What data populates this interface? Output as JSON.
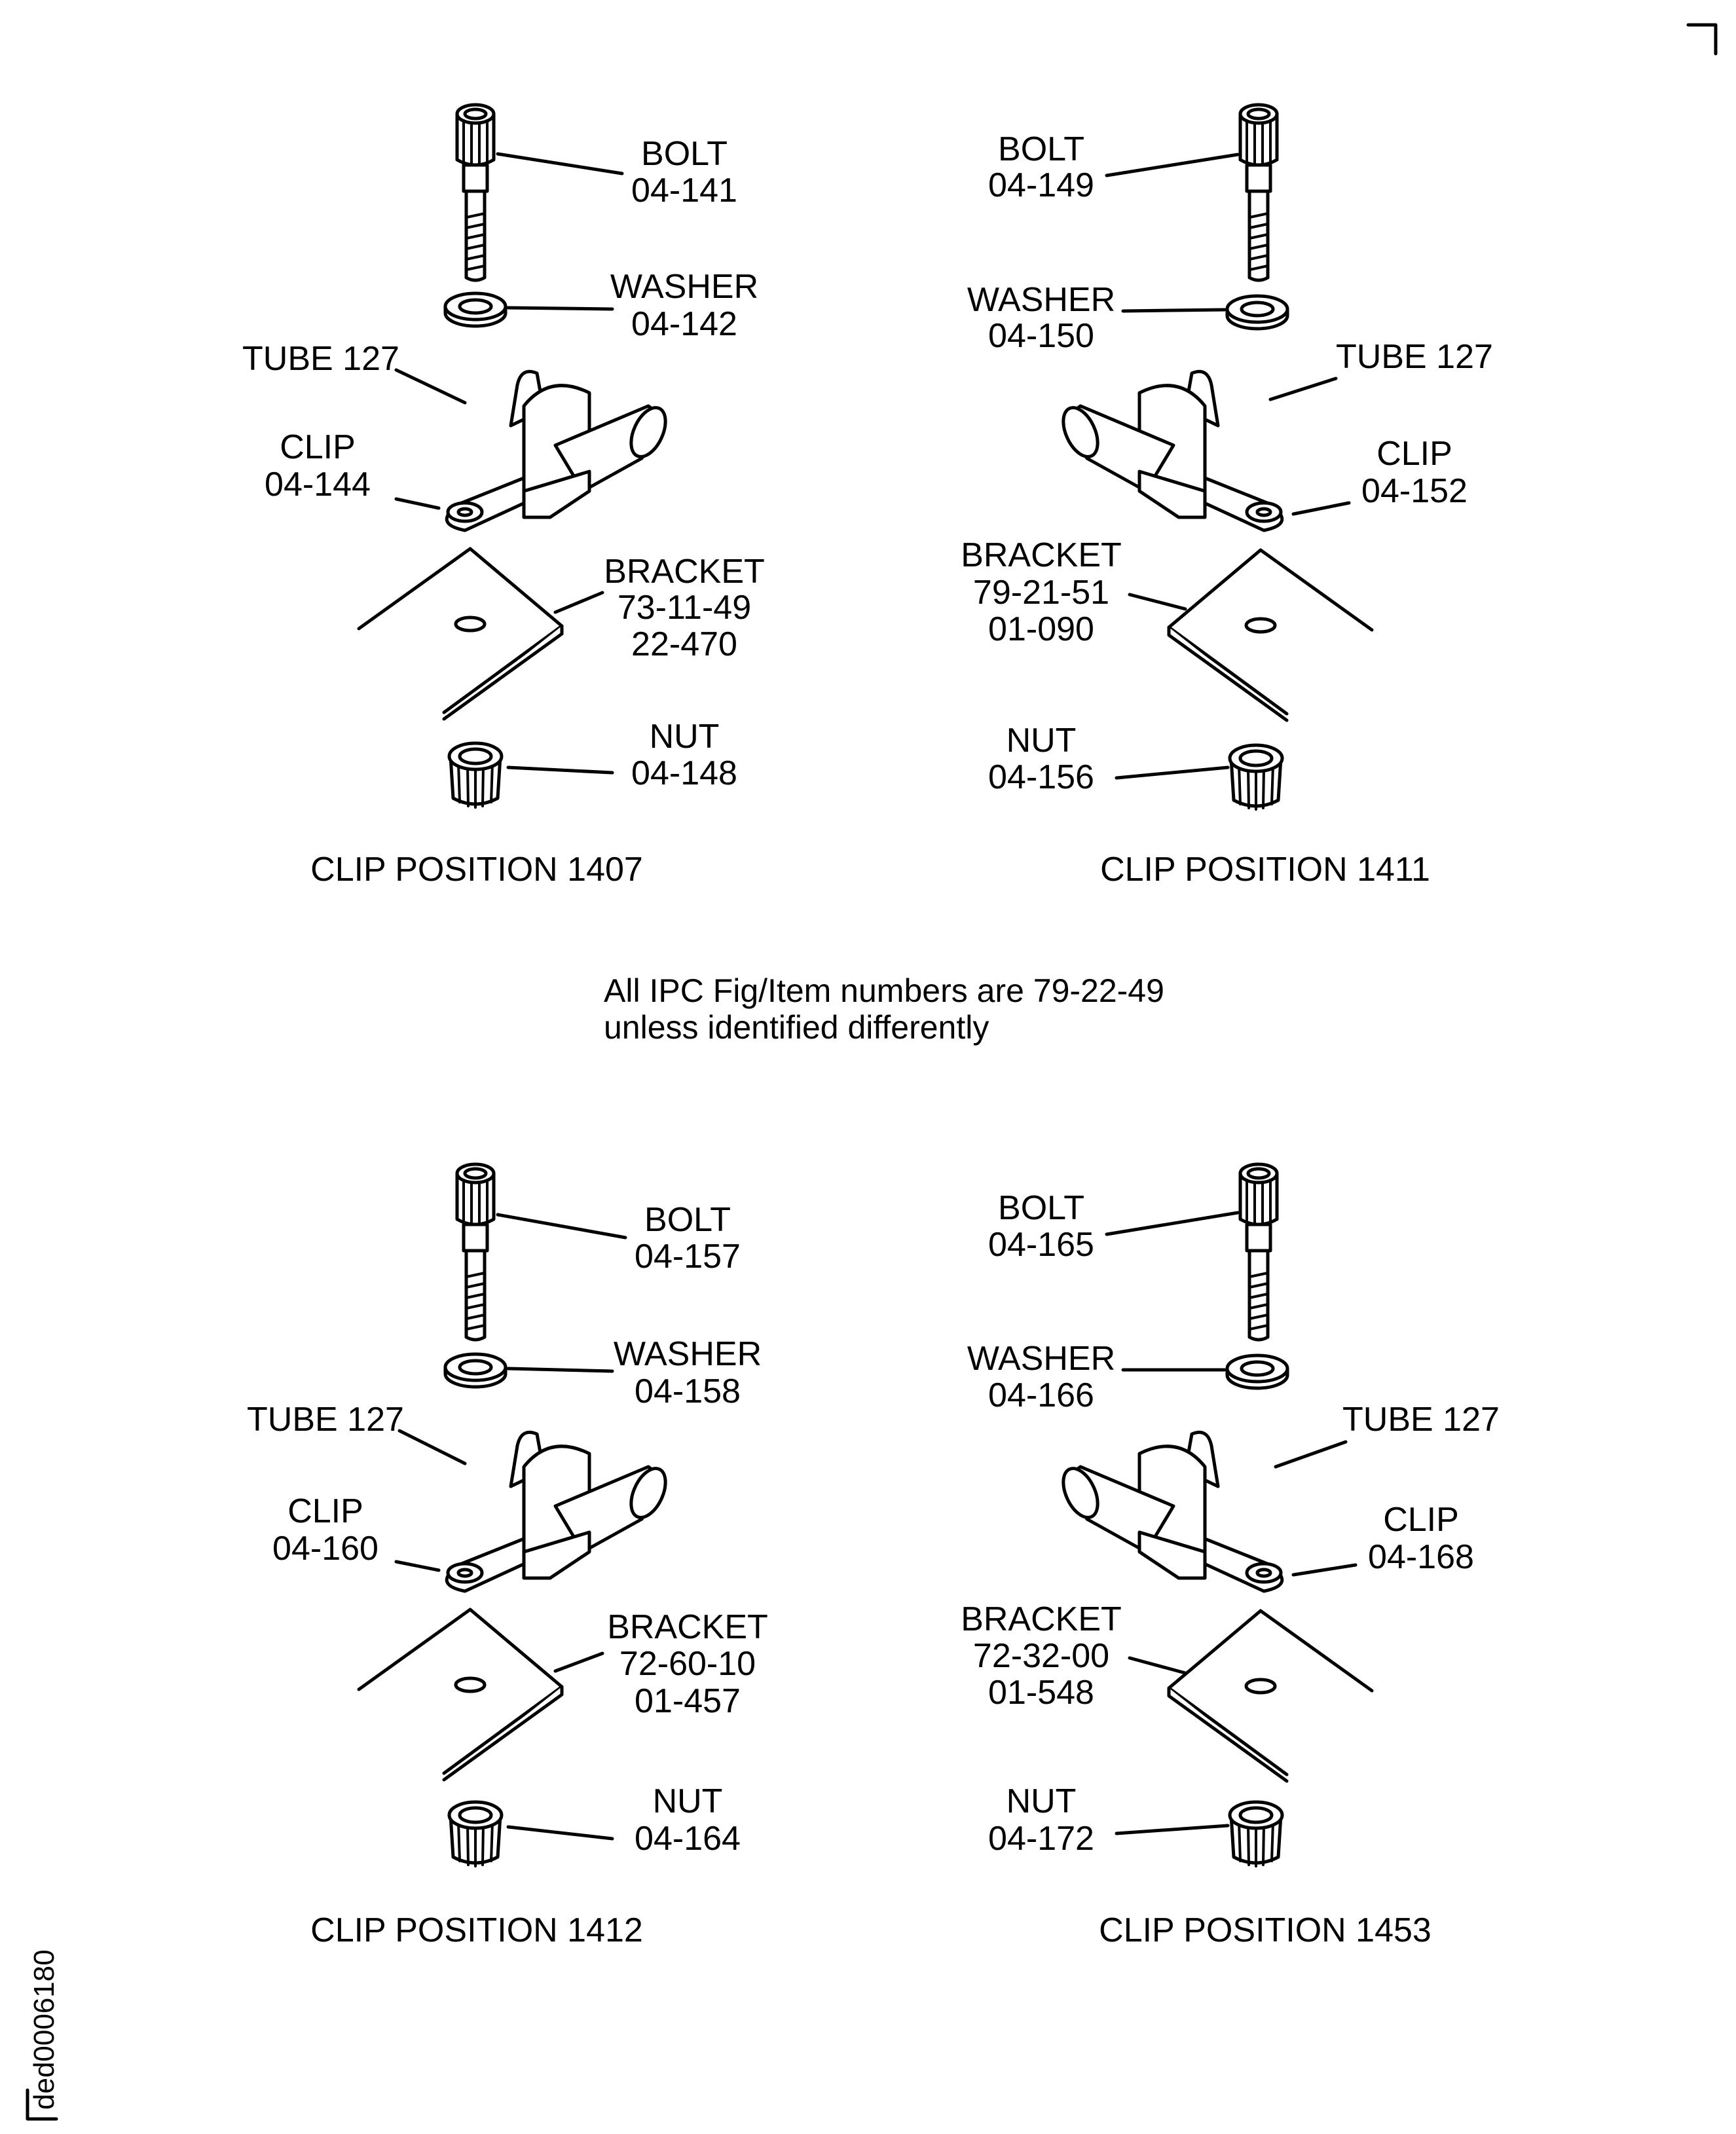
{
  "figure_code": "ded0006180",
  "note": {
    "line1": "All IPC Fig/Item numbers are 79-22-49",
    "line2": "unless identified differently"
  },
  "panels": [
    {
      "caption": "CLIP POSITION 1407",
      "bolt": [
        "BOLT",
        "04-141"
      ],
      "washer": [
        "WASHER",
        "04-142"
      ],
      "tube": "TUBE 127",
      "clip": [
        "CLIP",
        "04-144"
      ],
      "bracket": [
        "BRACKET",
        "73-11-49",
        "22-470"
      ],
      "nut": [
        "NUT",
        "04-148"
      ]
    },
    {
      "caption": "CLIP POSITION 1411",
      "bolt": [
        "BOLT",
        "04-149"
      ],
      "washer": [
        "WASHER",
        "04-150"
      ],
      "tube": "TUBE 127",
      "clip": [
        "CLIP",
        "04-152"
      ],
      "bracket": [
        "BRACKET",
        "79-21-51",
        "01-090"
      ],
      "nut": [
        "NUT",
        "04-156"
      ]
    },
    {
      "caption": "CLIP POSITION 1412",
      "bolt": [
        "BOLT",
        "04-157"
      ],
      "washer": [
        "WASHER",
        "04-158"
      ],
      "tube": "TUBE 127",
      "clip": [
        "CLIP",
        "04-160"
      ],
      "bracket": [
        "BRACKET",
        "72-60-10",
        "01-457"
      ],
      "nut": [
        "NUT",
        "04-164"
      ]
    },
    {
      "caption": "CLIP POSITION 1453",
      "bolt": [
        "BOLT",
        "04-165"
      ],
      "washer": [
        "WASHER",
        "04-166"
      ],
      "tube": "TUBE 127",
      "clip": [
        "CLIP",
        "04-168"
      ],
      "bracket": [
        "BRACKET",
        "72-32-00",
        "01-548"
      ],
      "nut": [
        "NUT",
        "04-172"
      ]
    }
  ]
}
